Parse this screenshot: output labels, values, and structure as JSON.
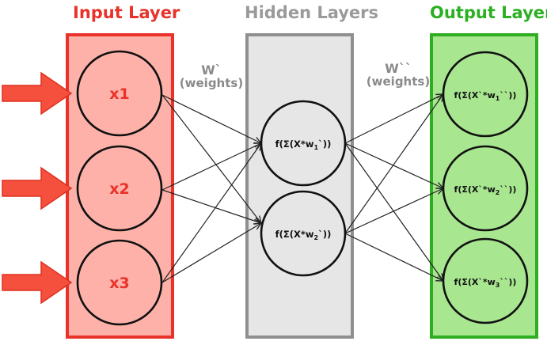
{
  "layers": {
    "input": {
      "title": "Input Layer",
      "color": "#e8322a",
      "fill": "#fdb1a8"
    },
    "hidden": {
      "title": "Hidden Layers",
      "color": "#8f8f8f",
      "fill": "#e6e6e6"
    },
    "output": {
      "title": "Output Layer",
      "color": "#2fae22",
      "fill": "#a8e690"
    }
  },
  "weights": [
    {
      "symbol": "W`",
      "label": "(weights)"
    },
    {
      "symbol": "W``",
      "label": "(weights)"
    }
  ],
  "nodes": {
    "input": [
      "x1",
      "x2",
      "x3"
    ],
    "hidden": [
      {
        "pre": "f(Σ(X*w",
        "sub": "1",
        "post": "`))"
      },
      {
        "pre": "f(Σ(X*w",
        "sub": "2",
        "post": "`))"
      }
    ],
    "output": [
      {
        "pre": "f(Σ(X`*w",
        "sub": "1",
        "post": "``))"
      },
      {
        "pre": "f(Σ(X`*w",
        "sub": "2",
        "post": "``))"
      },
      {
        "pre": "f(Σ(X`*w",
        "sub": "3",
        "post": "``))"
      }
    ]
  },
  "arrow_color": "#f4503d"
}
